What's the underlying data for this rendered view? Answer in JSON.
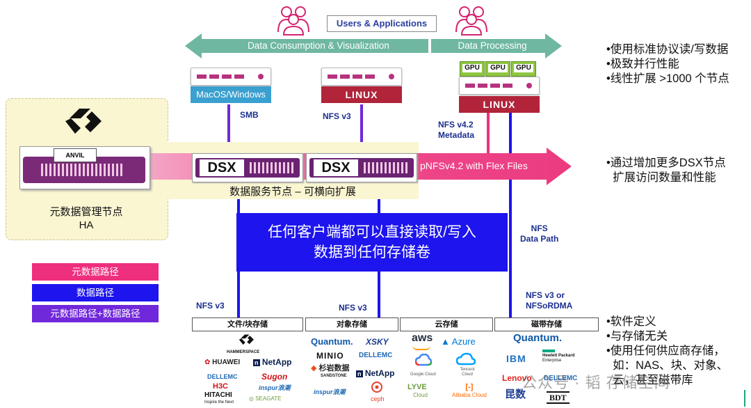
{
  "top": {
    "users_label": "Users & Applications",
    "consumption_arrow": "Data Consumption & Visualization",
    "processing_arrow": "Data Processing"
  },
  "clients": {
    "macos_label": "MacOS/Windows",
    "linux_label": "LINUX",
    "gpu_linux_label": "LINUX",
    "gpu_labels": [
      "GPU",
      "GPU",
      "GPU"
    ]
  },
  "protocols": {
    "smb": "SMB",
    "nfs_v3_top": "NFS v3",
    "nfs_v42_line1": "NFS v4.2",
    "nfs_v42_line2": "Metadata",
    "pnfs": "pNFSv4.2 with Flex Files",
    "nfs_path_line1": "NFS",
    "nfs_path_line2": "Data Path",
    "nfs_v3_left": "NFS v3",
    "nfs_v3_mid": "NFS v3",
    "nfs_rdma_line1": "NFS v3 or",
    "nfs_rdma_line2": "NFSoRDMA"
  },
  "metadata_node": {
    "anvil_label": "ANVIL",
    "title_line1": "元数据管理节点",
    "title_line2": "HA"
  },
  "dsx": {
    "label1": "DSX",
    "label2": "DSX",
    "caption": "数据服务节点 – 可横向扩展"
  },
  "center_box": {
    "line1": "任何客户端都可以直接读取/写入",
    "line2": "数据到任何存储卷"
  },
  "legend": [
    {
      "label": "元数据路径",
      "color": "#ee2f7e"
    },
    {
      "label": "数据路径",
      "color": "#1d14ee"
    },
    {
      "label": "元数据路径+数据路径",
      "color": "#7128db"
    }
  ],
  "bullets_top": [
    "•使用标准协议读/写数据",
    "•极致并行性能",
    "•线性扩展 >1000 个节点"
  ],
  "bullets_mid": [
    "•通过增加更多DSX节点",
    "  扩展访问数量和性能"
  ],
  "bullets_bottom": [
    "•软件定义",
    "•与存储无关",
    "•使用任何供应商存储，",
    "  如：NAS、块、对象、",
    "  云，甚至磁带库"
  ],
  "storage": {
    "file_block": "文件/块存储",
    "object": "对象存储",
    "cloud": "云存储",
    "tape": "磁带存储"
  },
  "vendors": {
    "hammerspace": "HAMMERSPACE",
    "huawei": "HUAWEI",
    "netapp": "NetApp",
    "dellemc": "DELLEMC",
    "sugon": "Sugon",
    "h3c": "H3C",
    "inspur": "inspur浪潮",
    "hitachi": "HITACHI",
    "hitachi_sub": "Inspire the Next",
    "seagate": "SEAGATE",
    "quantum": "Quantum.",
    "xsky": "XSKY",
    "minio": "MINIO",
    "dellemc2": "DELLEMC",
    "sandstone": "杉岩数据",
    "sandstone_sub": "SANDSTONE",
    "netapp2": "NetApp",
    "inspur2": "inspur浪潮",
    "ceph": "ceph",
    "aws": "aws",
    "azure": "Azure",
    "google_cloud": "Google Cloud",
    "tencent_cloud": "Tencent Cloud",
    "lyve": "LYVE",
    "lyve_sub": "Cloud",
    "alibaba": "Alibaba Cloud",
    "quantum2": "Quantum.",
    "ibm": "IBM",
    "hpe_line1": "Hewlett Packard",
    "hpe_line2": "Enterprise",
    "lenovo": "Lenovo",
    "dellemc3": "DELLEMC",
    "huaxu": "昆数",
    "bdt": "BDT"
  },
  "watermark": "公众号 · 韬 存储空间"
}
